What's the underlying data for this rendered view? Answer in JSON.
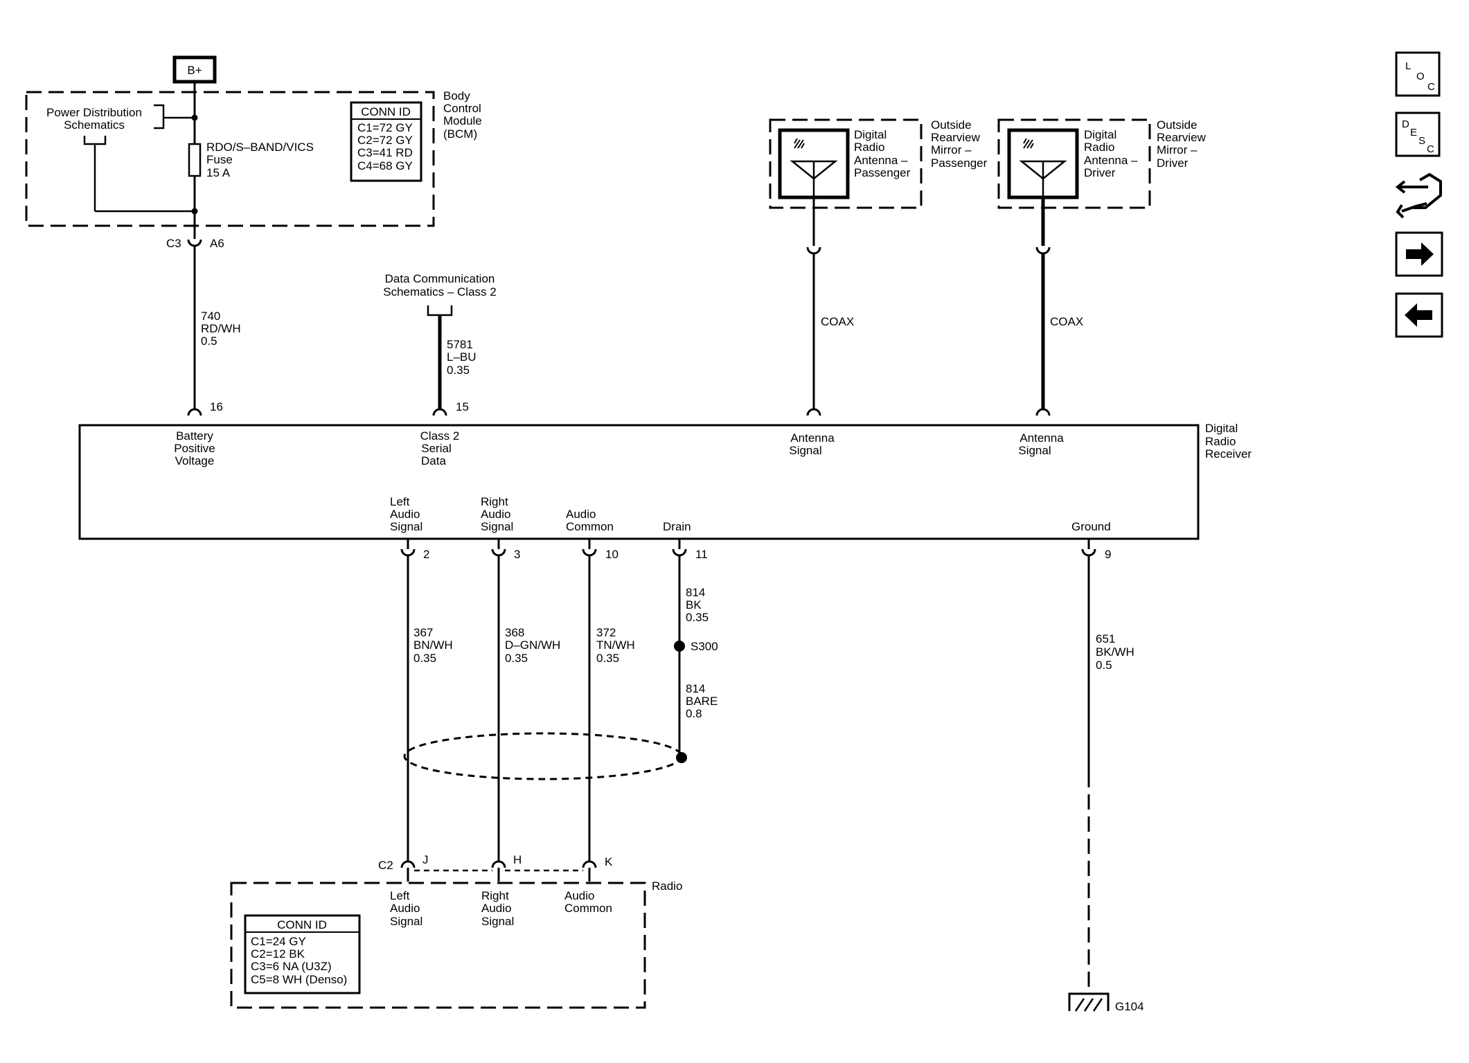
{
  "labels": {
    "b_plus": "B+",
    "power_dist_l1": "Power Distribution",
    "power_dist_l2": "Schematics",
    "fuse_l1": "RDO/S–BAND/VICS",
    "fuse_l2": "Fuse",
    "fuse_l3": "15 A",
    "bcm_conn_title": "CONN ID",
    "bcm_conn_1": "C1=72 GY",
    "bcm_conn_2": "C2=72 GY",
    "bcm_conn_3": "C3=41 RD",
    "bcm_conn_4": "C4=68 GY",
    "bcm_l1": "Body",
    "bcm_l2": "Control",
    "bcm_l3": "Module",
    "bcm_l4": "(BCM)",
    "c3": "C3",
    "a6": "A6",
    "w740_1": "740",
    "w740_2": "RD/WH",
    "w740_3": "0.5",
    "datacomm_l1": "Data Communication",
    "datacomm_l2": "Schematics – Class 2",
    "w5781_1": "5781",
    "w5781_2": "L–BU",
    "w5781_3": "0.35",
    "pin16": "16",
    "pin15": "15",
    "ant_pass_l1": "Digital",
    "ant_pass_l2": "Radio",
    "ant_pass_l3": "Antenna –",
    "ant_pass_l4": "Passenger",
    "mirror_pass_l1": "Outside",
    "mirror_pass_l2": "Rearview",
    "mirror_pass_l3": "Mirror –",
    "mirror_pass_l4": "Passenger",
    "ant_drv_l1": "Digital",
    "ant_drv_l2": "Radio",
    "ant_drv_l3": "Antenna –",
    "ant_drv_l4": "Driver",
    "mirror_drv_l1": "Outside",
    "mirror_drv_l2": "Rearview",
    "mirror_drv_l3": "Mirror –",
    "mirror_drv_l4": "Driver",
    "coax1": "COAX",
    "coax2": "COAX",
    "bat_l1": "Battery",
    "bat_l2": "Positive",
    "bat_l3": "Voltage",
    "cls2_l1": "Class 2",
    "cls2_l2": "Serial",
    "cls2_l3": "Data",
    "antsig1_l1": "Antenna",
    "antsig1_l2": "Signal",
    "antsig2_l1": "Antenna",
    "antsig2_l2": "Signal",
    "drr_l1": "Digital",
    "drr_l2": "Radio",
    "drr_l3": "Receiver",
    "las_l1": "Left",
    "las_l2": "Audio",
    "las_l3": "Signal",
    "ras_l1": "Right",
    "ras_l2": "Audio",
    "ras_l3": "Signal",
    "ac_l1": "Audio",
    "ac_l2": "Common",
    "drain": "Drain",
    "ground": "Ground",
    "pin2": "2",
    "pin3": "3",
    "pin10": "10",
    "pin11": "11",
    "pin9": "9",
    "w814a_1": "814",
    "w814a_2": "BK",
    "w814a_3": "0.35",
    "s300": "S300",
    "w814b_1": "814",
    "w814b_2": "BARE",
    "w814b_3": "0.8",
    "w367_1": "367",
    "w367_2": "BN/WH",
    "w367_3": "0.35",
    "w368_1": "368",
    "w368_2": "D–GN/WH",
    "w368_3": "0.35",
    "w372_1": "372",
    "w372_2": "TN/WH",
    "w372_3": "0.35",
    "w651_1": "651",
    "w651_2": "BK/WH",
    "w651_3": "0.5",
    "c2": "C2",
    "pinJ": "J",
    "pinH": "H",
    "pinK": "K",
    "radio": "Radio",
    "r_las_l1": "Left",
    "r_las_l2": "Audio",
    "r_las_l3": "Signal",
    "r_ras_l1": "Right",
    "r_ras_l2": "Audio",
    "r_ras_l3": "Signal",
    "r_ac_l1": "Audio",
    "r_ac_l2": "Common",
    "radio_conn_title": "CONN ID",
    "radio_conn_1": "C1=24 GY",
    "radio_conn_2": "C2=12 BK",
    "radio_conn_3": "C3=6 NA (U3Z)",
    "radio_conn_4": "C5=8 WH (Denso)",
    "g104": "G104"
  },
  "nav": {
    "loc_l": "L",
    "loc_o": "O",
    "loc_c": "C",
    "desc_d": "D",
    "desc_e": "E",
    "desc_s": "S",
    "desc_c": "C",
    "icons": [
      "loc-icon",
      "desc-icon",
      "connector-wrench-icon",
      "arrow-right-icon",
      "arrow-left-icon"
    ]
  }
}
